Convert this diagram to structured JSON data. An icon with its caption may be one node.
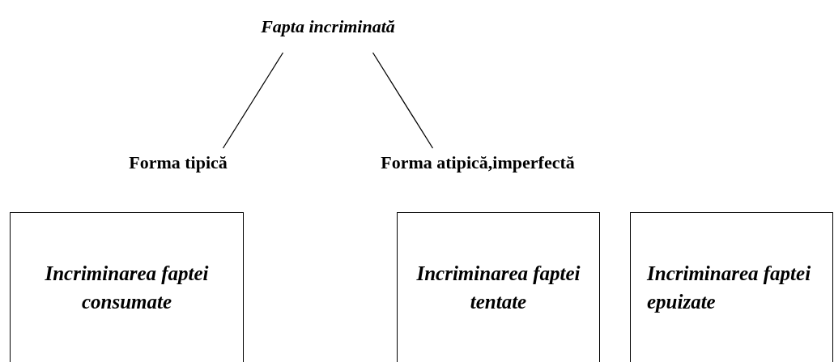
{
  "diagram": {
    "nodes": [
      {
        "text": [
          "Fapta incriminată"
        ]
      },
      {
        "text": [
          "Forma tipică"
        ]
      },
      {
        "text": [
          "Forma atipică,imperfectă"
        ]
      },
      {
        "text": [
          "Incriminarea faptei consumate"
        ]
      },
      {
        "text": [
          "Incriminarea faptei tentate"
        ]
      },
      {
        "text": [
          "Incriminarea faptei epuizate"
        ]
      }
    ],
    "edges": [
      {
        "from": 0,
        "to": 1,
        "arrow": "none"
      },
      {
        "from": 0,
        "to": 2,
        "arrow": "none"
      }
    ]
  }
}
